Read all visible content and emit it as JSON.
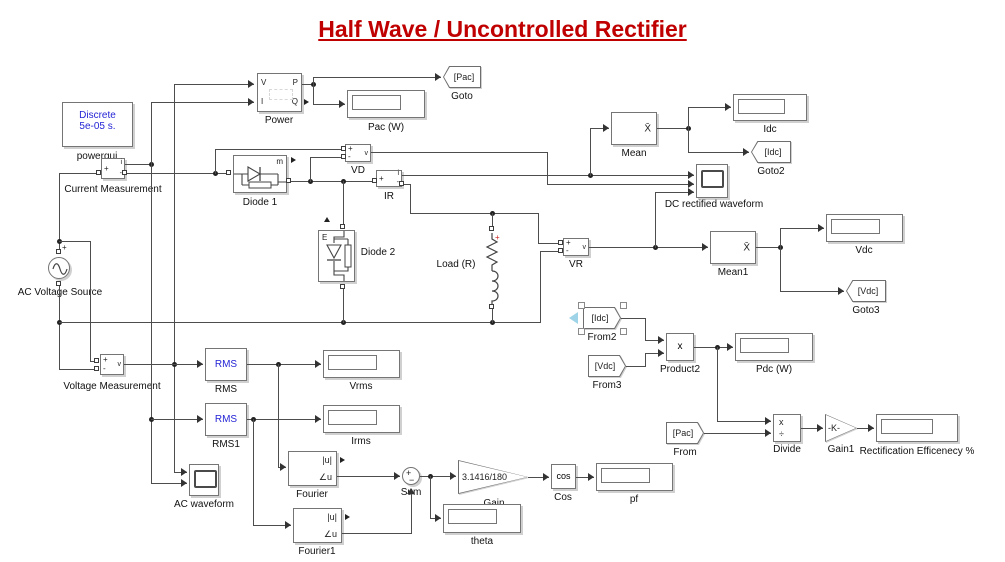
{
  "title": "Half Wave / Uncontrolled Rectifier",
  "colors": {
    "title": "#c00000",
    "block_text_blue": "#2424d6",
    "wire": "#4d4d4d",
    "selection_arrow": "#9fd4e8",
    "load_plus_red": "#cc2222"
  },
  "blocks": {
    "powergui": {
      "line1": "Discrete",
      "line2": "5e-05 s.",
      "label": "powergui"
    },
    "source": {
      "label": "AC Voltage Source",
      "plus": "+"
    },
    "cm": {
      "label": "Current Measurement",
      "plus": "+",
      "minus": "-",
      "sig": "i"
    },
    "vm": {
      "label": "Voltage Measurement",
      "plus": "+",
      "minus": "-",
      "sig": "v"
    },
    "power": {
      "label": "Power",
      "in1": "V",
      "in2": "I",
      "out1": "P",
      "out2": "Q"
    },
    "pac": {
      "label": "Pac (W)",
      "value": ""
    },
    "goto_pac": {
      "tag": "[Pac]",
      "label": "Goto"
    },
    "diode1": {
      "label": "Diode 1",
      "m": "m"
    },
    "vd": {
      "label": "VD",
      "plus": "+",
      "minus": "-",
      "sig": "v"
    },
    "ir": {
      "label": "IR",
      "plus": "+",
      "minus": "-",
      "sig": "i"
    },
    "diode2": {
      "label": "Diode 2",
      "e": "E"
    },
    "load": {
      "label": "Load (R)",
      "plus": "+"
    },
    "mean": {
      "label": "Mean",
      "sym": "X̄"
    },
    "idc": {
      "label": "Idc",
      "value": ""
    },
    "goto2": {
      "tag": "[Idc]",
      "label": "Goto2"
    },
    "scope_dc": {
      "label": "DC rectified waveform"
    },
    "vr": {
      "label": "VR",
      "plus": "+",
      "minus": "-",
      "sig": "v"
    },
    "mean1": {
      "label": "Mean1",
      "sym": "X̄"
    },
    "vdc": {
      "label": "Vdc",
      "value": ""
    },
    "goto3": {
      "tag": "[Vdc]",
      "label": "Goto3"
    },
    "from2": {
      "tag": "[Idc]",
      "label": "From2",
      "selected": true
    },
    "from3": {
      "tag": "[Vdc]",
      "label": "From3"
    },
    "product2": {
      "label": "Product2",
      "op": "x"
    },
    "pdc": {
      "label": "Pdc (W)",
      "value": ""
    },
    "rms": {
      "text": "RMS",
      "label": "RMS"
    },
    "rms1": {
      "text": "RMS",
      "label": "RMS1"
    },
    "vrms": {
      "label": "Vrms",
      "value": ""
    },
    "irms": {
      "label": "Irms",
      "value": ""
    },
    "fourier": {
      "label": "Fourier",
      "out_abs": "|u|",
      "out_angle": "∠u"
    },
    "fourier1": {
      "label": "Fourier1",
      "out_abs": "|u|",
      "out_angle": "∠u"
    },
    "sum": {
      "label": "Sum",
      "plus": "+",
      "minus": "−"
    },
    "gain": {
      "text": "3.1416/180",
      "label": "Gain"
    },
    "theta": {
      "label": "theta",
      "value": ""
    },
    "cos": {
      "text": "cos",
      "label": "Cos"
    },
    "pf": {
      "label": "pf",
      "value": ""
    },
    "from_pac": {
      "tag": "[Pac]",
      "label": "From"
    },
    "divide": {
      "label": "Divide",
      "op1": "x",
      "op2": "÷"
    },
    "gain1": {
      "text": "-K-",
      "label": "Gain1"
    },
    "eff": {
      "label": "Rectification Efficenecy %",
      "value": ""
    },
    "scope_ac": {
      "label": "AC waveform"
    }
  }
}
